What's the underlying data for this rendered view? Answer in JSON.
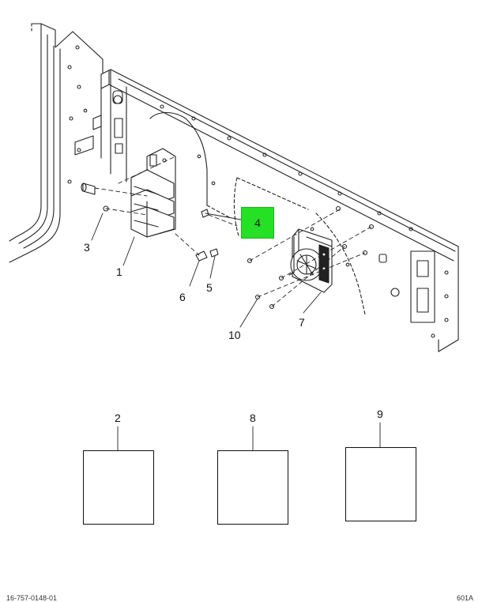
{
  "callouts": {
    "c1": "1",
    "c2": "2",
    "c3": "3",
    "c4": "4",
    "c5": "5",
    "c6": "6",
    "c7": "7",
    "c8": "8",
    "c9": "9",
    "c10": "10"
  },
  "highlight_color": "#25e025",
  "footer": {
    "left": "16-757-0148-01",
    "right": "601A"
  }
}
